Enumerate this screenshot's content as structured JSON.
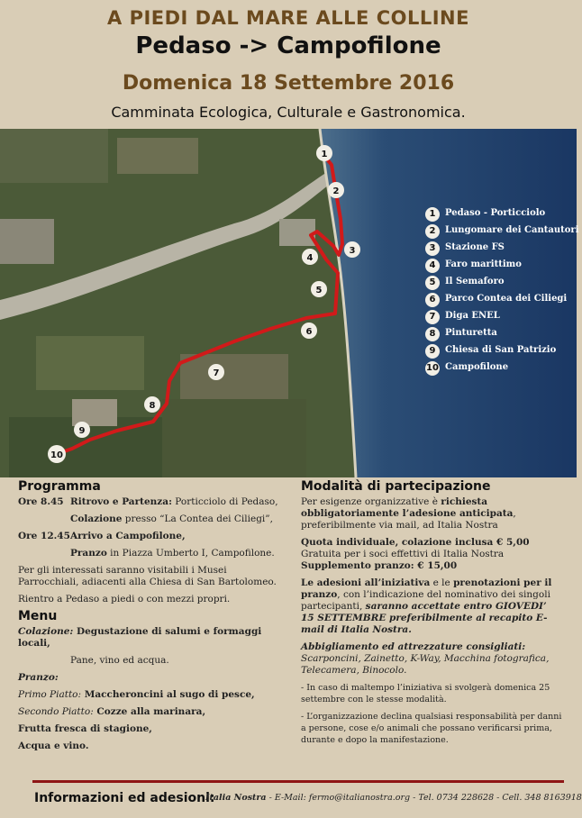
{
  "header": {
    "title": "A PIEDI DAL MARE ALLE COLLINE",
    "route": "Pedaso -> Campofilone",
    "date": "Domenica 18 Settembre 2016",
    "subtitle": "Camminata Ecologica, Culturale e Gastronomica."
  },
  "map": {
    "colors": {
      "sea": "#1f3f66",
      "land": "#4b5a38",
      "route": "#d11a1a",
      "river": "#b8b4a6"
    },
    "markers": [
      "1",
      "2",
      "3",
      "4",
      "5",
      "6",
      "7",
      "8",
      "9",
      "10"
    ],
    "legend": [
      {
        "num": "1",
        "label": "Pedaso - Porticciolo"
      },
      {
        "num": "2",
        "label": "Lungomare dei Cantautori"
      },
      {
        "num": "3",
        "label": "Stazione FS"
      },
      {
        "num": "4",
        "label": "Faro marittimo"
      },
      {
        "num": "5",
        "label": "Il Semaforo"
      },
      {
        "num": "6",
        "label": "Parco Contea dei Ciliegi"
      },
      {
        "num": "7",
        "label": "Diga ENEL"
      },
      {
        "num": "8",
        "label": "Pinturetta"
      },
      {
        "num": "9",
        "label": "Chiesa di San Patrizio"
      },
      {
        "num": "10",
        "label": "Campofilone"
      }
    ]
  },
  "programma": {
    "title": "Programma",
    "t1": "Ore 8.45",
    "t1_main_bold": "Ritrovo e Partenza:",
    "t1_main_rest": " Porticciolo di Pedaso,",
    "t1_sub_bold": "Colazione",
    "t1_sub_rest": " presso “La Contea dei Ciliegi”,",
    "t2": "Ore 12.45",
    "t2_main_bold": "Arrivo a Campofilone,",
    "t2_sub_bold": "Pranzo",
    "t2_sub_rest": " in Piazza Umberto I, Campofilone.",
    "musei": "Per gli interessati saranno visitabili i Musei Parrocchiali, adiacenti alla Chiesa di San Bartolomeo.",
    "rientro": "Rientro a Pedaso a piedi o con mezzi propri."
  },
  "menu": {
    "title": "Menu",
    "colazione_label": "Colazione:",
    "colazione_text": " Degustazione di salumi e formaggi locali,",
    "colazione_extra": "Pane, vino ed acqua.",
    "pranzo_label": "Pranzo:",
    "primo_label": "Primo Piatto:",
    "primo_text": " Maccheroncini al sugo di pesce,",
    "secondo_label": "Secondo Piatto:",
    "secondo_text": " Cozze alla marinara,",
    "frutta": "Frutta fresca di stagione,",
    "acqua": "Acqua e vino."
  },
  "modalita": {
    "title": "Modalità di partecipazione",
    "p1_a": "Per esigenze organizzative è ",
    "p1_b": "richiesta obbligatoriamente l’adesione anticipata",
    "p1_c": ", preferibilmente via mail, ad Italia Nostra",
    "quota": "Quota individuale, colazione inclusa € 5,00",
    "gratuita": "Gratuita per i soci effettivi di Italia Nostra",
    "supplemento": "Supplemento pranzo: € 15,00",
    "p3_a": "Le adesioni all’iniziativa",
    "p3_b": " e le ",
    "p3_c": "prenotazioni per il pranzo",
    "p3_d": ", con l’indicazione del nominativo dei singoli partecipanti, ",
    "p3_e": "saranno accettate entro  GIOVEDI’ 15 SETTEMBRE preferibilmente al recapito E-mail di Italia Nostra.",
    "abb_label": "Abbigliamento ed attrezzature consigliati:",
    "abb_text": " Scarponcini, Zainetto, K-Way, Macchina fotografica, Telecamera, Binocolo.",
    "maltempo": "- In caso di maltempo l’iniziativa si svolgerà domenica 25 settembre con le stesse modalità.",
    "responsabilita": "- L’organizzazione declina qualsiasi responsabilità per danni a persone, cose e/o animali che possano verificarsi prima, durante e dopo la manifestazione."
  },
  "footer": {
    "title": "Informazioni ed adesioni:",
    "org": "Italia Nostra",
    "contacts": " - E-Mail: fermo@italianostra.org - Tel. 0734 228628 - Cell. 348 8163918"
  }
}
